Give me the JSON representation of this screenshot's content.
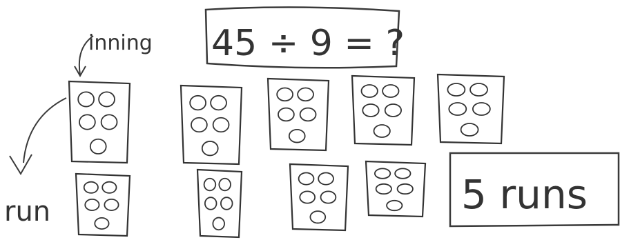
{
  "labels": {
    "inning": "inning",
    "run": "run"
  },
  "equation": "45 ÷ 9 = ?",
  "answer": "5 runs",
  "innings": [
    {
      "circles": 5
    },
    {
      "circles": 5
    },
    {
      "circles": 5
    },
    {
      "circles": 5
    },
    {
      "circles": 5
    },
    {
      "circles": 5
    },
    {
      "circles": 5
    },
    {
      "circles": 5
    },
    {
      "circles": 5
    }
  ],
  "colors": {
    "ink": "#333333",
    "paper": "#ffffff"
  }
}
